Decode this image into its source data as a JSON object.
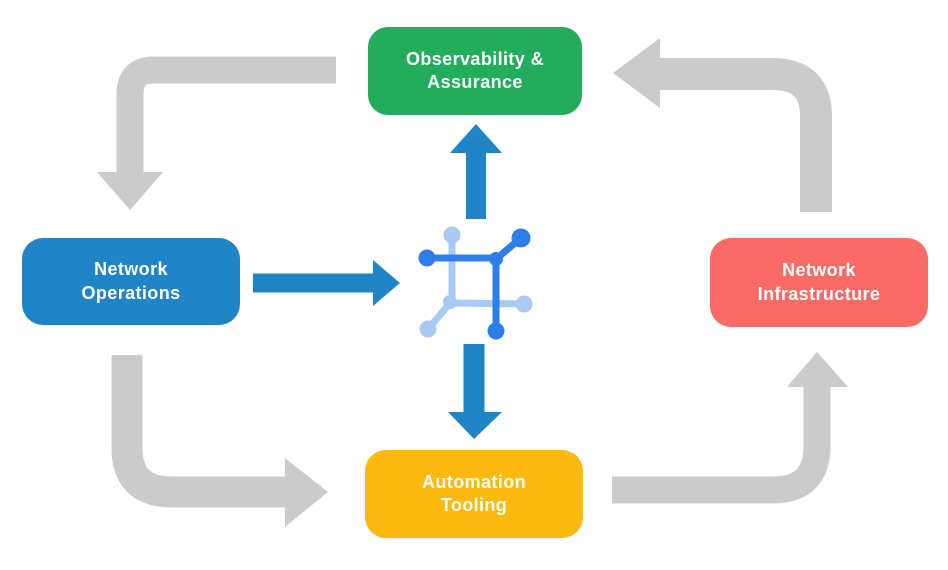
{
  "diagram_type": "circular-flow",
  "nodes": {
    "observability": {
      "lines": [
        "Observability &",
        "Assurance"
      ],
      "color": "#23ac5c"
    },
    "operations": {
      "lines": [
        "Network",
        "Operations"
      ],
      "color": "#1f85c6"
    },
    "infrastructure": {
      "lines": [
        "Network",
        "Infrastructure"
      ],
      "color": "#f96b66"
    },
    "automation": {
      "lines": [
        "Automation",
        "Tooling"
      ],
      "color": "#fbb911"
    }
  },
  "center_icon": {
    "name": "network-mesh-icon"
  },
  "flow": [
    {
      "from": "observability",
      "to": "operations",
      "style": "gray-curved-arrow"
    },
    {
      "from": "operations",
      "to": "automation",
      "style": "gray-curved-arrow"
    },
    {
      "from": "automation",
      "to": "infrastructure",
      "style": "gray-curved-arrow"
    },
    {
      "from": "infrastructure",
      "to": "observability",
      "style": "gray-curved-arrow"
    },
    {
      "from": "operations",
      "to": "center-icon",
      "style": "blue-straight-arrow"
    },
    {
      "from": "center-icon",
      "to": "observability",
      "style": "blue-straight-arrow"
    },
    {
      "from": "center-icon",
      "to": "automation",
      "style": "blue-straight-arrow"
    }
  ],
  "colors": {
    "background": "#ffffff",
    "label_text": "#ffffff",
    "flow_arrow_gray": "#cbcbcb",
    "process_arrow_blue": "#1f85c6",
    "icon_dark_blue": "#2e7de9",
    "icon_light_blue": "#a9cbf3",
    "node_green": "#23ac5c",
    "node_blue": "#1f85c6",
    "node_red": "#f96b66",
    "node_yellow": "#fbb911"
  }
}
